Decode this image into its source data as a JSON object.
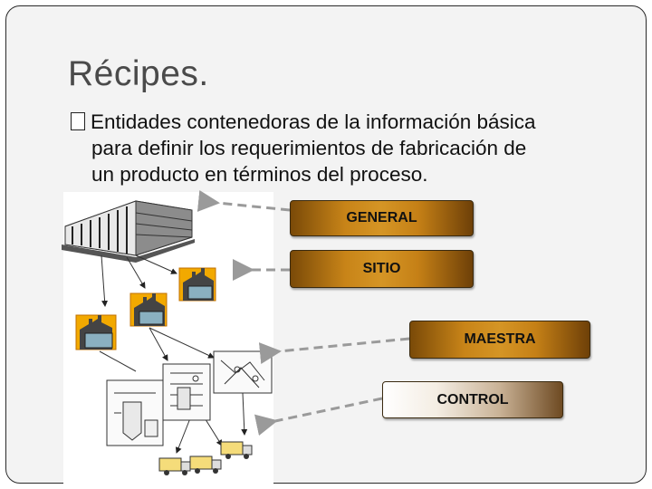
{
  "slide": {
    "title": "Récipes.",
    "bullet_line1": "Entidades contenedoras de la información básica",
    "bullet_line2": "para definir los requerimientos de fabricación de",
    "bullet_line3": "un producto en términos del proceso."
  },
  "levels": [
    {
      "label": "GENERAL"
    },
    {
      "label": "SITIO"
    },
    {
      "label": "MAESTRA"
    },
    {
      "label": "CONTROL"
    }
  ],
  "colors": {
    "orange_box": "#c88418",
    "control_box": "#c9b296",
    "arrow": "#9a9a9a"
  },
  "icons": [
    "headquarters-building-icon",
    "factory-icon",
    "process-schematic-icon",
    "delivery-truck-icon"
  ]
}
